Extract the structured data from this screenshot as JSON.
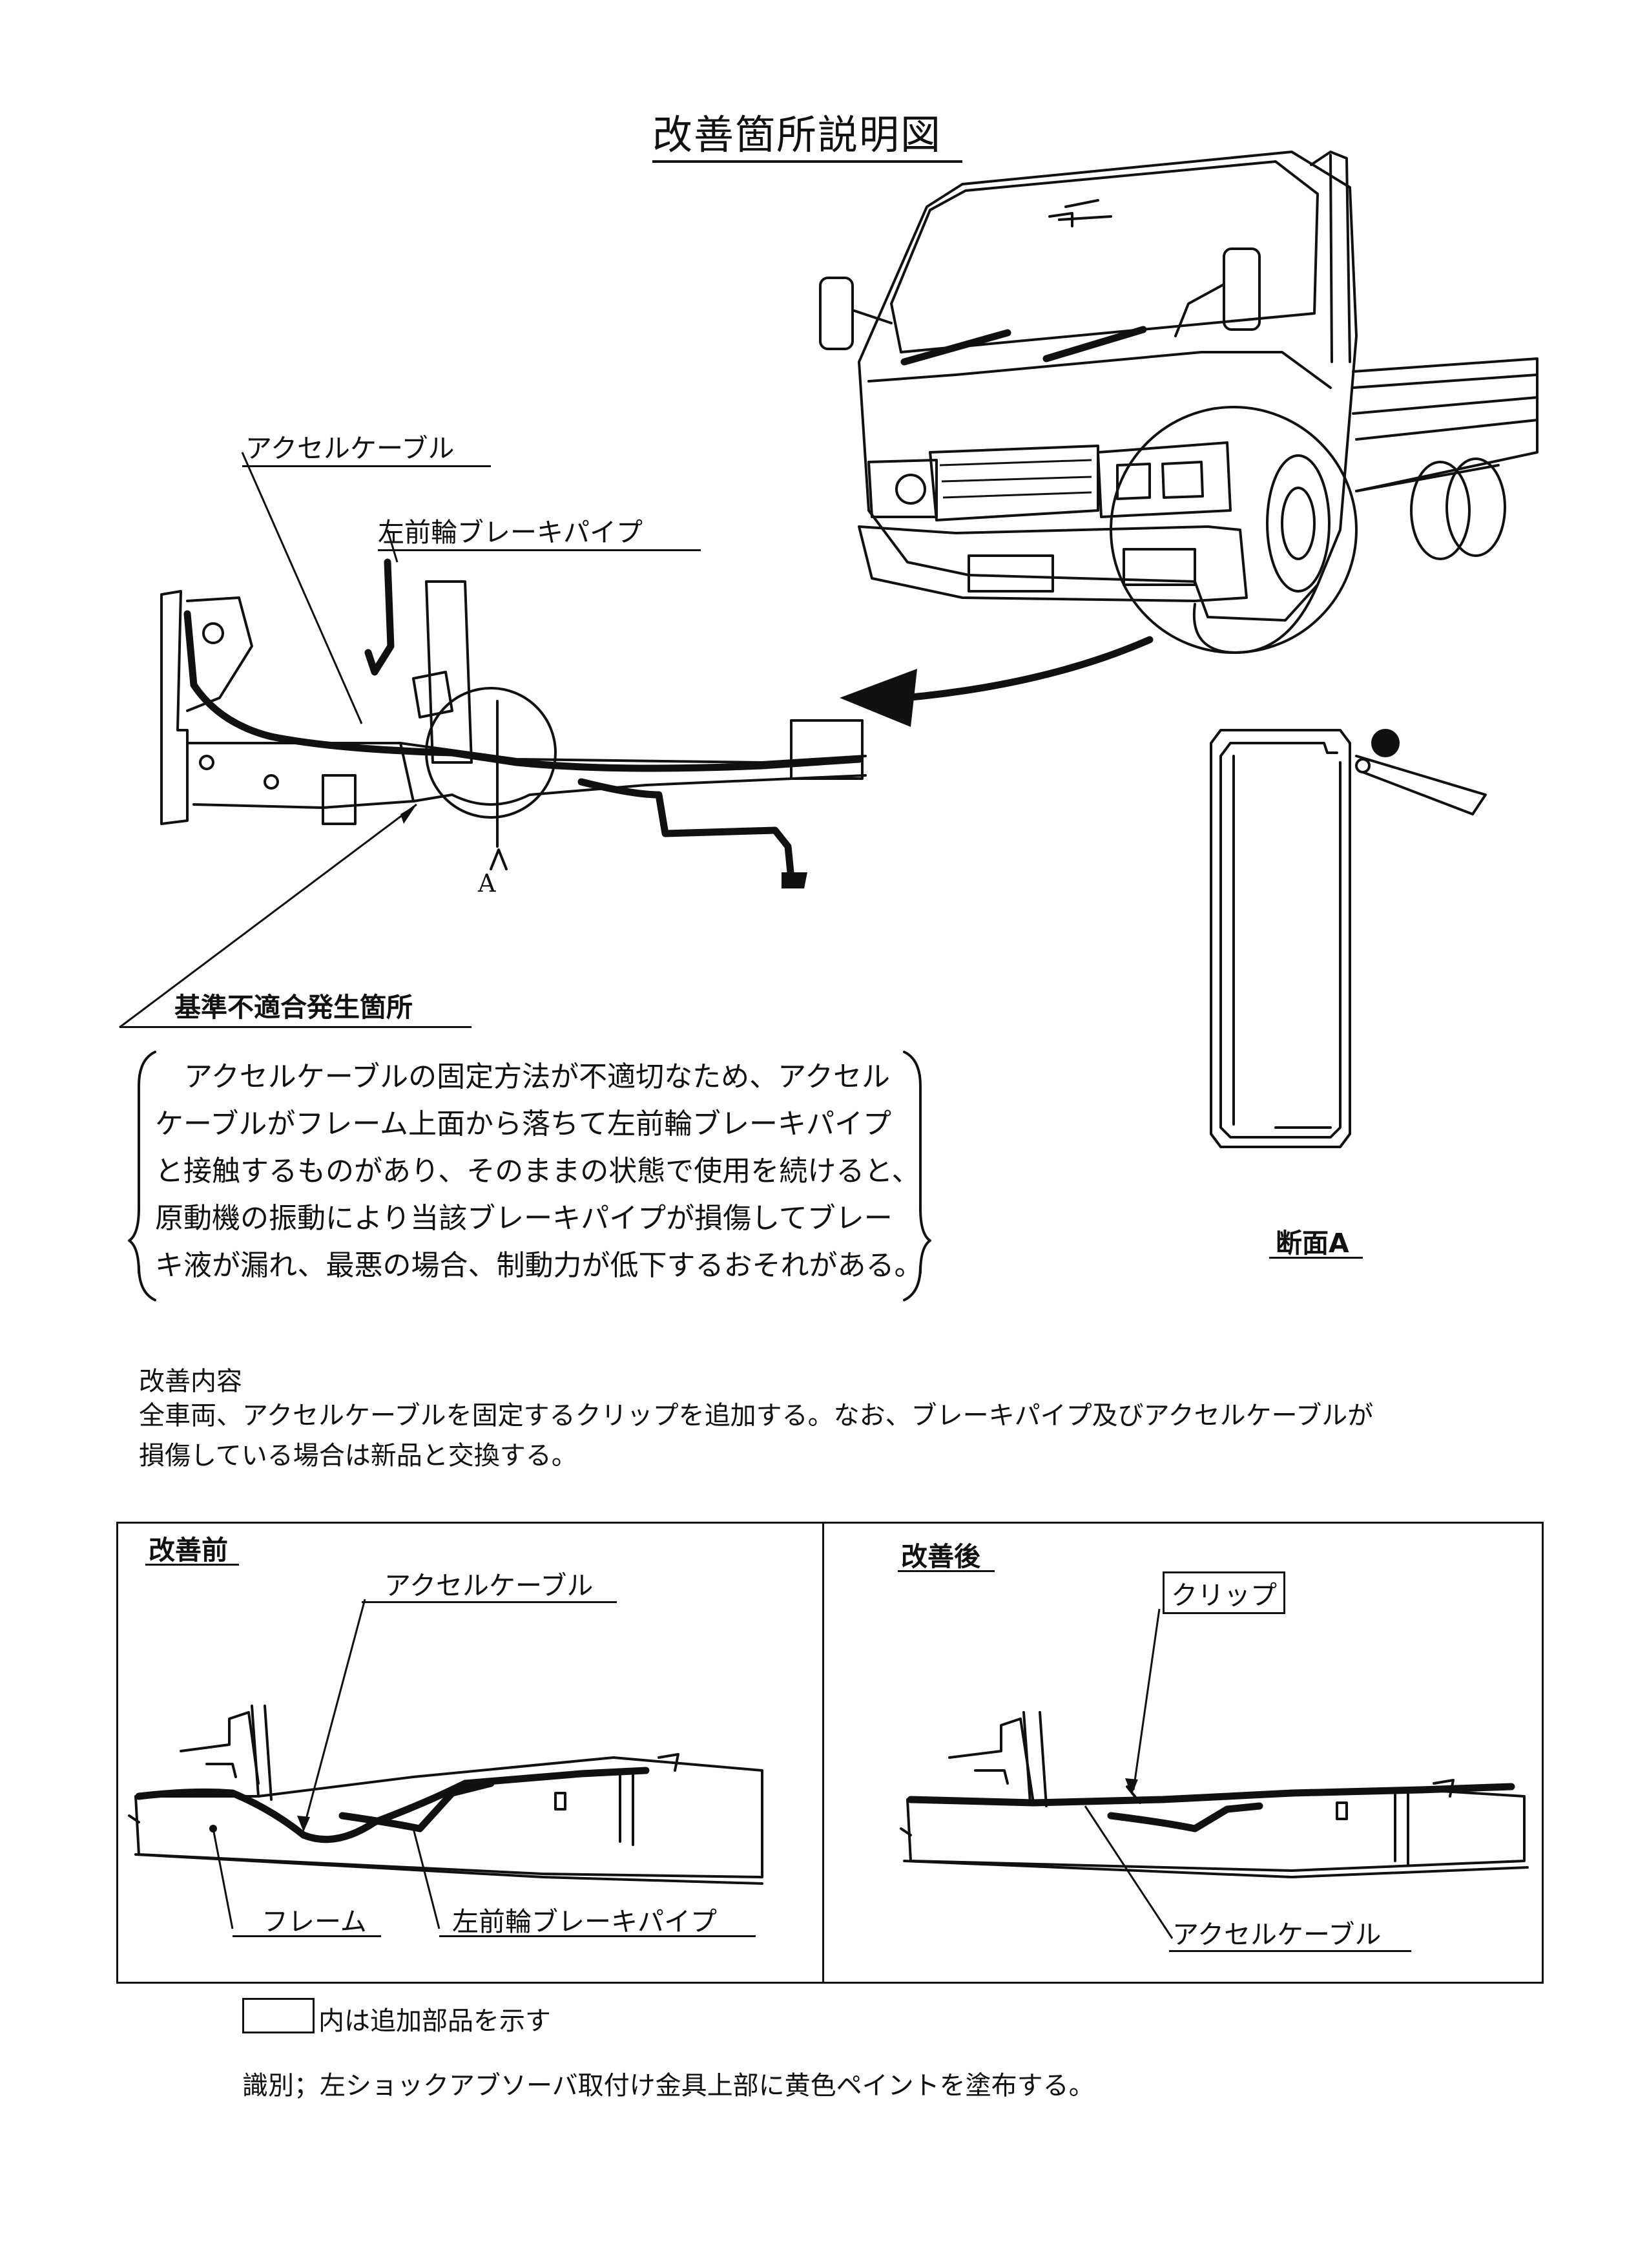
{
  "title": "改善箇所説明図",
  "labels": {
    "accel_cable": "アクセルケーブル",
    "front_left_brake_pipe": "左前輪ブレーキパイプ",
    "section_marker": "A",
    "nonconformity_location": "基準不適合発生箇所",
    "section_a": "断面A"
  },
  "description_lines": [
    "アクセルケーブルの固定方法が不適切なため、アクセル",
    "ケーブルがフレーム上面から落ちて左前輪ブレーキパイプ",
    "と接触するものがあり、そのままの状態で使用を続けると、",
    "原動機の振動により当該ブレーキパイプが損傷してブレー",
    "キ液が漏れ、最悪の場合、制動力が低下するおそれがある。"
  ],
  "improvement": {
    "heading": "改善内容",
    "lines": [
      "全車両、アクセルケーブルを固定するクリップを追加する。なお、ブレーキパイプ及びアクセルケーブルが",
      "損傷している場合は新品と交換する。"
    ]
  },
  "comparison": {
    "before": {
      "heading": "改善前",
      "accel_cable": "アクセルケーブル",
      "frame": "フレーム",
      "brake_pipe": "左前輪ブレーキパイプ"
    },
    "after": {
      "heading": "改善後",
      "clip": "クリップ",
      "accel_cable": "アクセルケーブル"
    }
  },
  "legend": "内は追加部品を示す",
  "identification": "識別；左ショックアブソーバ取付け金具上部に黄色ペイントを塗布する。"
}
